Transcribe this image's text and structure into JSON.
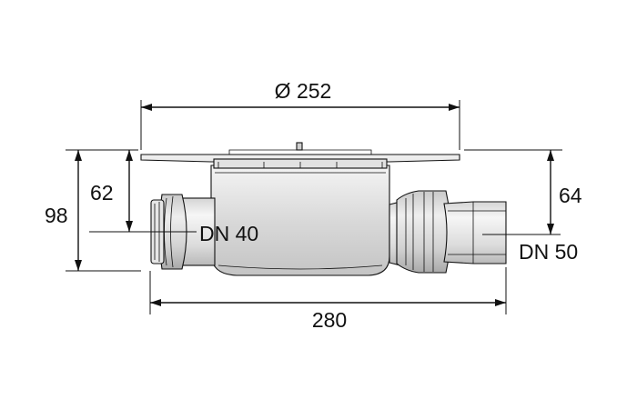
{
  "dimensions": {
    "diameter": "Ø 252",
    "length": "280",
    "height_total": "98",
    "height_inlet": "62",
    "height_outlet": "64"
  },
  "connections": {
    "inlet": "DN 40",
    "outlet": "DN 50"
  }
}
